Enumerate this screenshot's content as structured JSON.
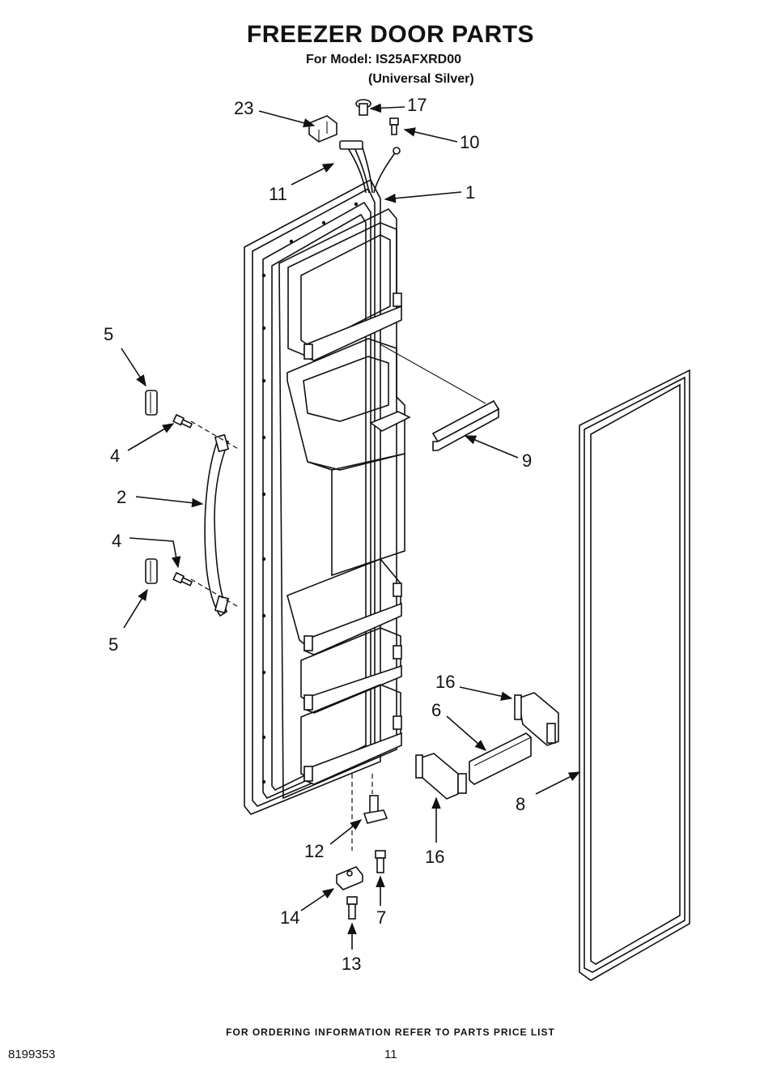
{
  "header": {
    "title": "FREEZER DOOR PARTS",
    "model_line": "For Model: IS25AFXRD00",
    "color_line": "(Universal Silver)"
  },
  "callouts": [
    "23",
    "17",
    "10",
    "11",
    "1",
    "5",
    "4",
    "2",
    "4",
    "5",
    "9",
    "16",
    "6",
    "8",
    "12",
    "16",
    "7",
    "14",
    "13"
  ],
  "footer": {
    "ordering_note": "FOR ORDERING INFORMATION REFER TO PARTS PRICE LIST",
    "document_number": "8199353",
    "page_number": "11"
  }
}
